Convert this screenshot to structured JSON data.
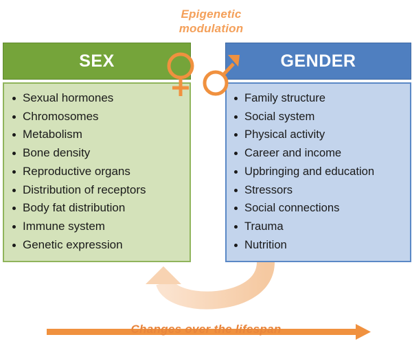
{
  "epigenetic": {
    "line1": "Epigenetic",
    "line2": "modulation"
  },
  "sex": {
    "title": "SEX",
    "items": [
      "Sexual hormones",
      "Chromosomes",
      "Metabolism",
      "Bone density",
      "Reproductive organs",
      "Distribution of receptors",
      "Body fat distribution",
      "Immune system",
      "Genetic expression"
    ]
  },
  "gender": {
    "title": "GENDER",
    "items": [
      "Family structure",
      "Social system",
      "Physical activity",
      "Career and income",
      "Upbringing and education",
      "Stressors",
      "Social connections",
      "Trauma",
      "Nutrition"
    ]
  },
  "lifespan": {
    "label": "Changes over the lifespan"
  },
  "colors": {
    "sex_header": "#75a43a",
    "sex_body": "#d4e2ba",
    "gender_header": "#4f7fc0",
    "gender_body": "#c3d4ec",
    "accent_orange": "#f0913f",
    "arrow_orange": "#f4c49a"
  },
  "icons": {
    "female": "venus-symbol-icon",
    "male": "mars-symbol-icon"
  }
}
